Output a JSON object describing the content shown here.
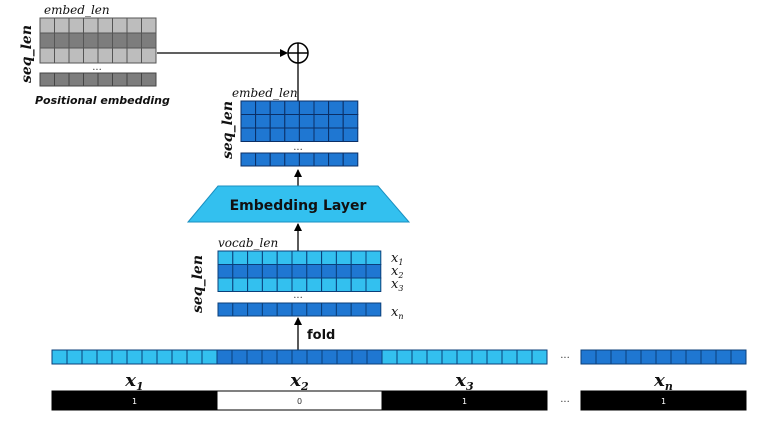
{
  "positional": {
    "embed_len_label": "embed_len",
    "seq_len_label": "seq_len",
    "ellipsis": "...",
    "caption": "Positional embedding"
  },
  "combine": {
    "plus_symbol": "⊕"
  },
  "embedded": {
    "embed_len_label": "embed_len",
    "seq_len_label": "seq_len",
    "ellipsis": "..."
  },
  "embedding_layer": {
    "label": "Embedding Layer"
  },
  "onehot": {
    "vocab_len_label": "vocab_len",
    "seq_len_label": "seq_len",
    "ellipsis": "...",
    "row_labels": [
      "x1",
      "x2",
      "x3",
      "xn"
    ]
  },
  "fold": {
    "label": "fold"
  },
  "sequence": {
    "ellipsis": "...",
    "segment_labels": [
      "x1",
      "x2",
      "x3",
      "xn"
    ],
    "values": [
      "1",
      "0",
      "1",
      "1"
    ]
  },
  "colors": {
    "light_blue": "#33c0ef",
    "dark_blue": "#1f77d2",
    "gray_light": "#bdbdbd",
    "gray_dark": "#7d7d7d",
    "black": "#000000"
  }
}
